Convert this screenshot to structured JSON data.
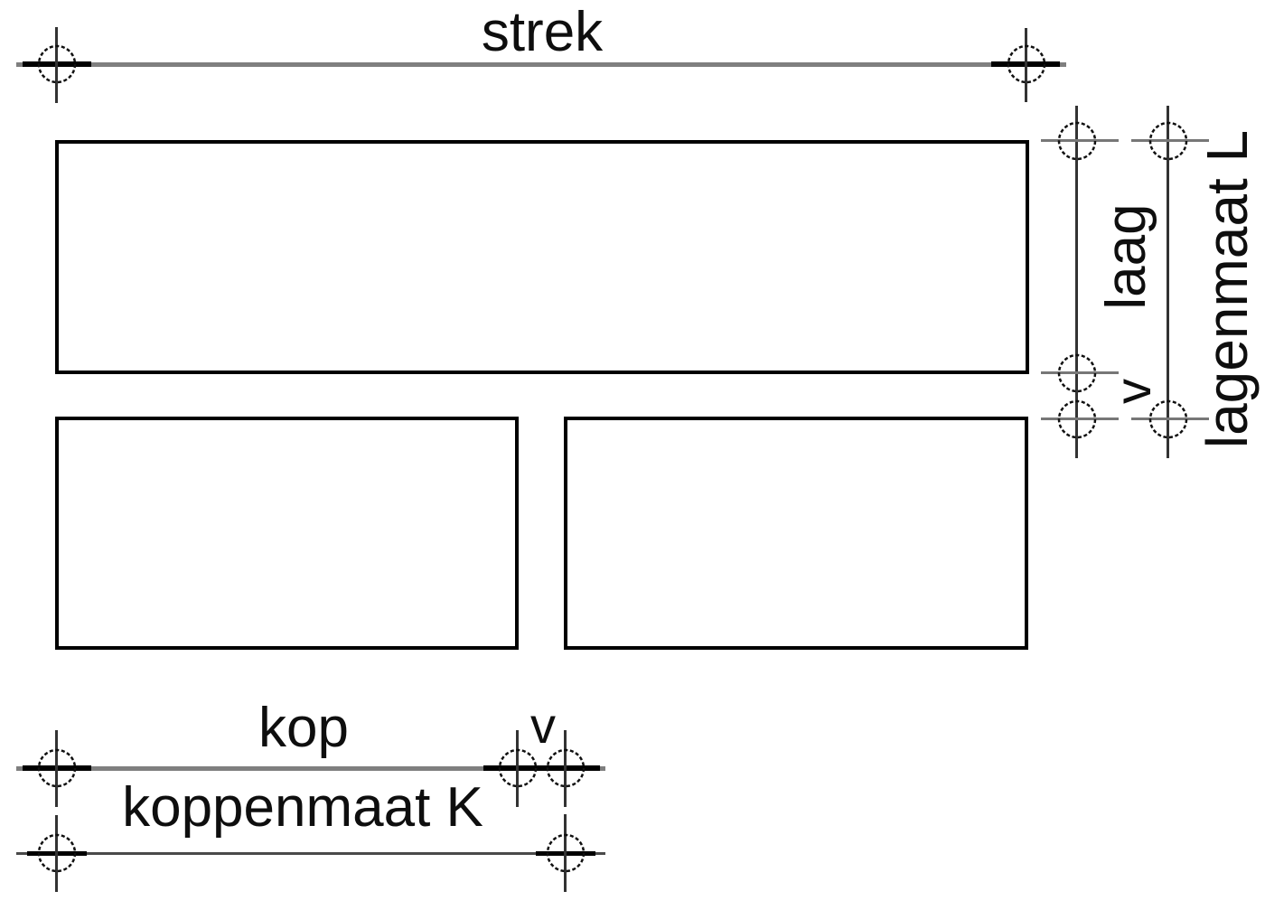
{
  "diagram": {
    "description": "Masonry brick dimension diagram (Dutch brickwork terms)",
    "labels": {
      "strek": "strek",
      "kop": "kop",
      "koppenmaat": "koppenmaat K",
      "laag": "laag",
      "lagenmaat": "lagenmaat L",
      "joint_right": "v",
      "joint_bottom": "v"
    },
    "colors": {
      "background": "#ffffff",
      "dimension_line_gray": "#7f7f7f",
      "dimension_line_dark": "#333333",
      "brick_border": "#000000",
      "text": "#0e0e0e"
    },
    "icons": {
      "dimension_marker": "circle-crosshair-icon"
    }
  }
}
